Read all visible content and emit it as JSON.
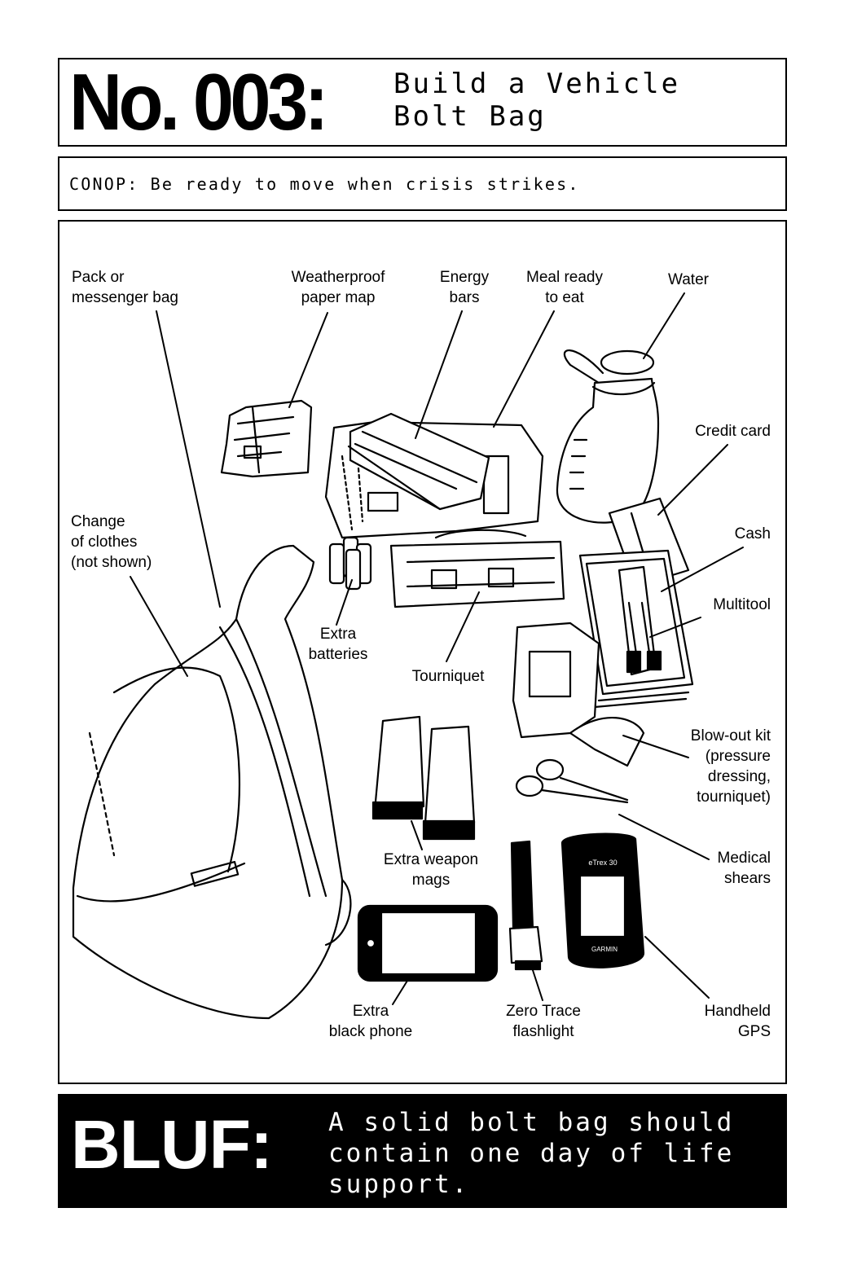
{
  "header": {
    "number": "No. 003:",
    "title_line1": "Build a Vehicle",
    "title_line2": "Bolt Bag"
  },
  "conop": {
    "text": "CONOP: Be ready to move when crisis strikes."
  },
  "labels": {
    "pack": "Pack or\nmessenger bag",
    "map": "Weatherproof\npaper map",
    "energy_bars": "Energy\nbars",
    "mre": "Meal ready\nto eat",
    "water": "Water",
    "credit_card": "Credit card",
    "change_clothes": "Change\nof clothes\n(not shown)",
    "cash": "Cash",
    "multitool": "Multitool",
    "batteries": "Extra\nbatteries",
    "tourniquet": "Tourniquet",
    "blowout_kit": "Blow-out kit\n(pressure\ndressing,\ntourniquet)",
    "mags": "Extra weapon\nmags",
    "shears": "Medical\nshears",
    "phone": "Extra\nblack phone",
    "flashlight": "Zero Trace\nflashlight",
    "gps": "Handheld\nGPS"
  },
  "device_text": {
    "gps_brand": "GARMIN",
    "gps_model": "eTrex 30"
  },
  "bluf": {
    "word": "BLUF:",
    "text": "A solid bolt bag should contain one day of life support."
  }
}
